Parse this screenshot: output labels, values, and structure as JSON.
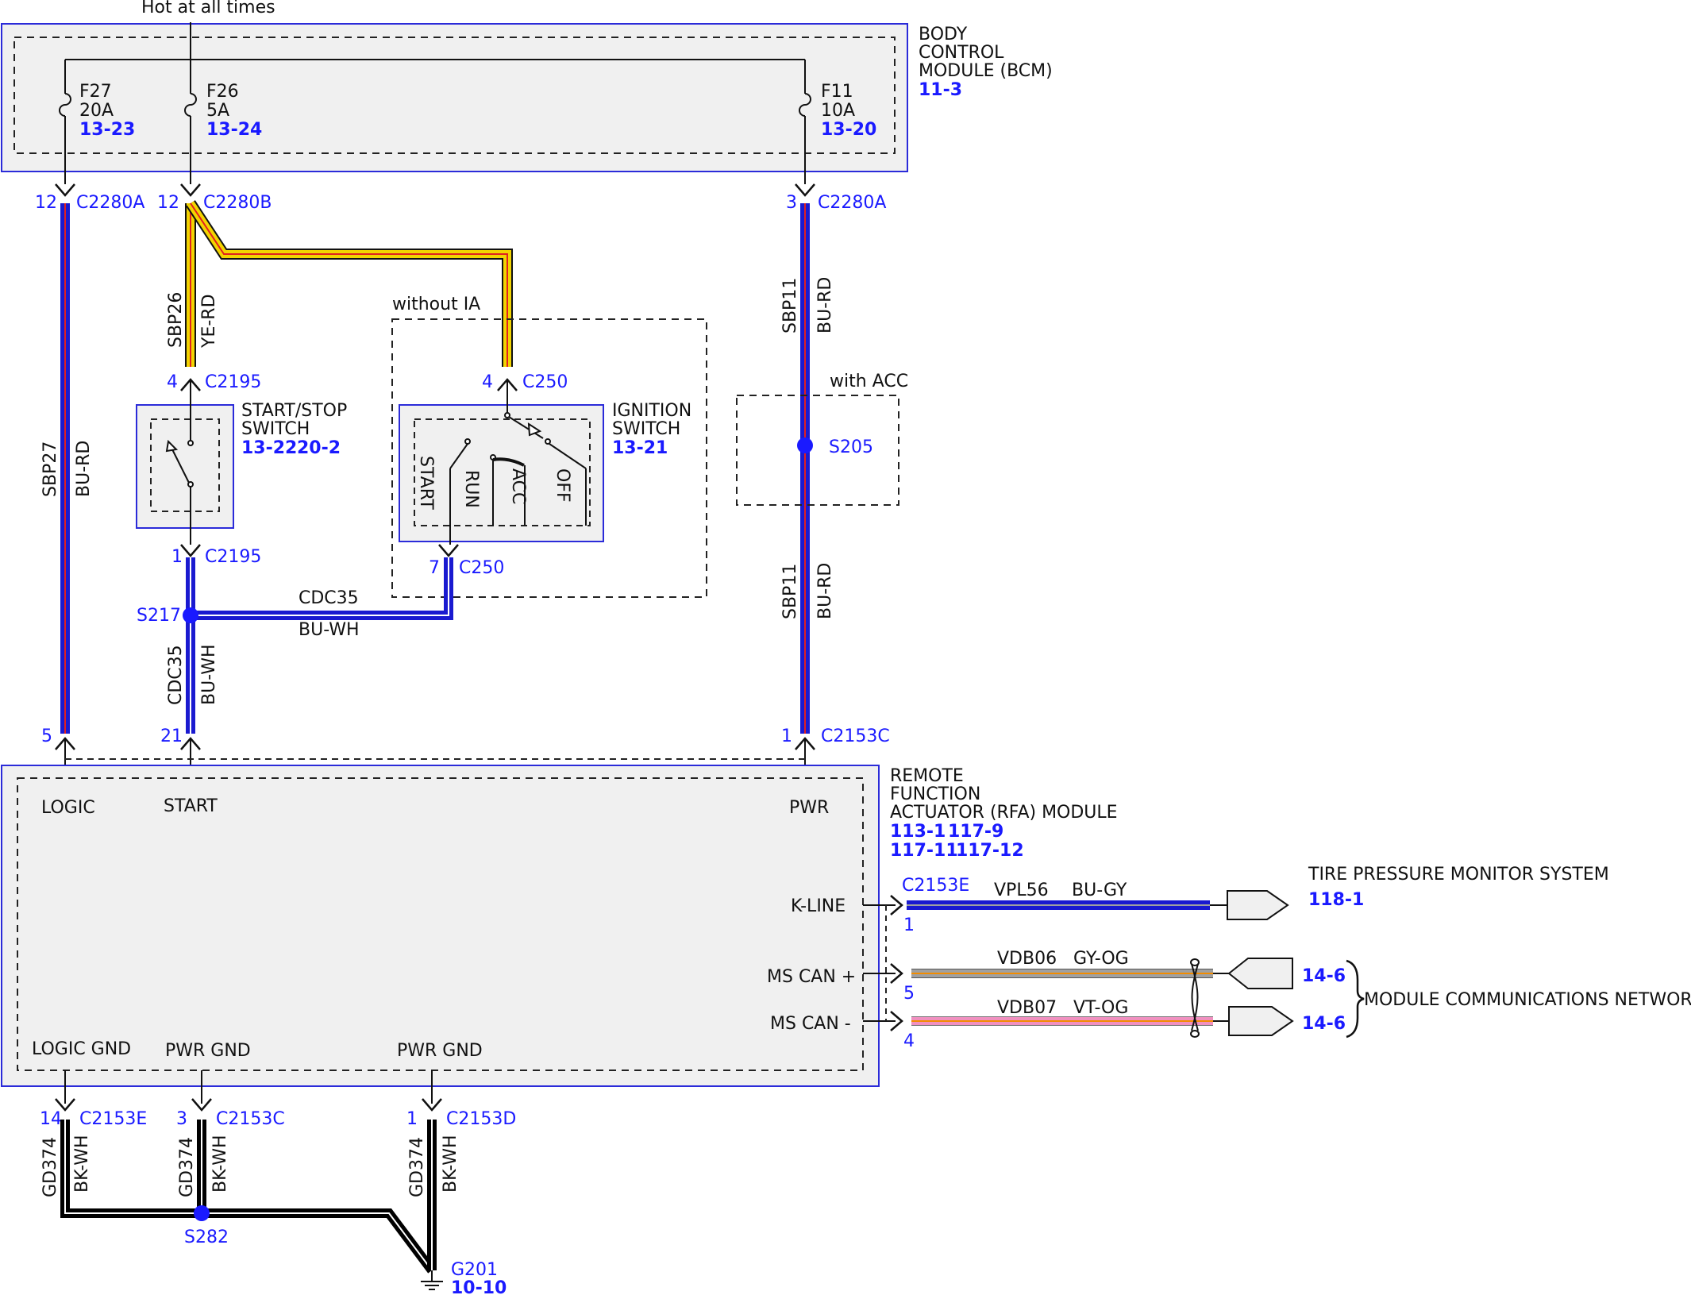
{
  "colors": {
    "module_border": "#2b2bd9",
    "ref_blue": "#1a1aff",
    "wire_blue": "#1a1ad0",
    "wire_red_stripe": "#e02020",
    "wire_yellow": "#f2d400",
    "wire_white": "#ffffff",
    "wire_black": "#000000",
    "wire_pink": "#f090c0",
    "wire_gray": "#a0a0a0",
    "wire_orange": "#f28c00",
    "splice": "#1a1aff",
    "module_fill": "#f0f0f0"
  },
  "top_label": "Hot at all times",
  "bcm": {
    "title": [
      "BODY",
      "CONTROL",
      "MODULE (BCM)"
    ],
    "ref": "11-3",
    "fuses": [
      {
        "name": "F27",
        "rating": "20A",
        "ref": "13-23"
      },
      {
        "name": "F26",
        "rating": "5A",
        "ref": "13-24"
      },
      {
        "name": "F11",
        "rating": "10A",
        "ref": "13-20"
      }
    ]
  },
  "connectors": {
    "c_f27": {
      "pin": "12",
      "name": "C2280A"
    },
    "c_f26": {
      "pin": "12",
      "name": "C2280B"
    },
    "c_f11": {
      "pin": "3",
      "name": "C2280A"
    },
    "c2195_top": {
      "pin": "4",
      "name": "C2195"
    },
    "c2195_bot": {
      "pin": "1",
      "name": "C2195"
    },
    "c250_top": {
      "pin": "4",
      "name": "C250"
    },
    "c250_bot": {
      "pin": "7",
      "name": "C250"
    },
    "rfa_logic": {
      "pin": "5"
    },
    "rfa_start": {
      "pin": "21"
    },
    "rfa_pwr": {
      "pin": "1",
      "name": "C2153C"
    },
    "kline": {
      "pin": "1",
      "name": "C2153E"
    },
    "mscanp": {
      "pin": "5"
    },
    "mscanm": {
      "pin": "4"
    },
    "gnd_logic": {
      "pin": "14",
      "name": "C2153E"
    },
    "gnd_pwr1": {
      "pin": "3",
      "name": "C2153C"
    },
    "gnd_pwr2": {
      "pin": "1",
      "name": "C2153D"
    }
  },
  "wires": {
    "sbp27": {
      "circuit": "SBP27",
      "color": "BU-RD"
    },
    "sbp26": {
      "circuit": "SBP26",
      "color": "YE-RD"
    },
    "sbp11_top": {
      "circuit": "SBP11",
      "color": "BU-RD"
    },
    "sbp11_bot": {
      "circuit": "SBP11",
      "color": "BU-RD"
    },
    "cdc35_h": {
      "circuit": "CDC35",
      "color": "BU-WH"
    },
    "cdc35_v": {
      "circuit": "CDC35",
      "color": "BU-WH"
    },
    "vpl56": {
      "circuit": "VPL56",
      "color": "BU-GY"
    },
    "vdb06": {
      "circuit": "VDB06",
      "color": "GY-OG"
    },
    "vdb07": {
      "circuit": "VDB07",
      "color": "VT-OG"
    },
    "gd374_a": {
      "circuit": "GD374",
      "color": "BK-WH"
    },
    "gd374_b": {
      "circuit": "GD374",
      "color": "BK-WH"
    },
    "gd374_c": {
      "circuit": "GD374",
      "color": "BK-WH"
    }
  },
  "splices": {
    "s217": "S217",
    "s205": "S205",
    "s282": "S282"
  },
  "start_stop_switch": {
    "title": [
      "START/STOP",
      "SWITCH"
    ],
    "refs": [
      "13-22",
      "20-2"
    ]
  },
  "ignition_switch": {
    "title": [
      "IGNITION",
      "SWITCH"
    ],
    "ref": "13-21",
    "positions": [
      "START",
      "RUN",
      "ACC",
      "OFF"
    ]
  },
  "without_ia": "without IA",
  "with_acc": "with ACC",
  "rfa": {
    "title": [
      "REMOTE",
      "FUNCTION",
      "ACTUATOR (RFA) MODULE"
    ],
    "refs_line1": [
      "113-1",
      "117-9"
    ],
    "refs_line2": [
      "117-11",
      "117-12"
    ],
    "pins": {
      "logic": "LOGIC",
      "start": "START",
      "pwr": "PWR",
      "kline": "K-LINE",
      "mscanp": "MS CAN +",
      "mscanm": "MS CAN -",
      "logic_gnd": "LOGIC GND",
      "pwr_gnd1": "PWR GND",
      "pwr_gnd2": "PWR GND"
    }
  },
  "tpms": {
    "title": "TIRE PRESSURE MONITOR SYSTEM",
    "ref": "118-1"
  },
  "network": {
    "title": "MODULE COMMUNICATIONS NETWORK",
    "ref1": "14-6",
    "ref2": "14-6"
  },
  "ground": {
    "name": "G201",
    "ref": "10-10"
  }
}
